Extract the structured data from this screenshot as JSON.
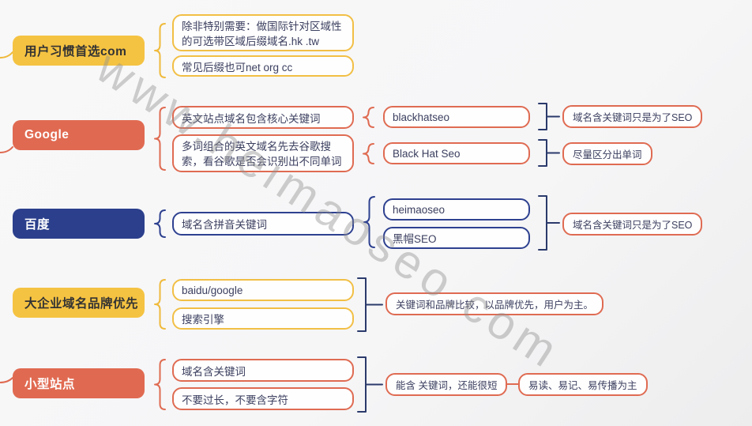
{
  "palette": {
    "yellow": "#EFBA3C",
    "salmon": "#DF6B52",
    "navy": "#2E4190",
    "bracket_navy": "#2B3A6B",
    "node_yellow_bg": "#F5C342",
    "node_salmon_bg": "#E06A51",
    "node_navy_bg": "#2B3F8C",
    "box_text": "#3C4060",
    "page_bg": "#F6F6F7"
  },
  "watermark": {
    "text": "www.heimaoseo.com"
  },
  "topics": [
    {
      "label": "用户习惯首选com",
      "children": [
        "除非特别需要：做国际针对区域性的可选带区域后缀域名.hk .tw",
        "常见后缀也可net org cc"
      ]
    },
    {
      "label": "Google",
      "children": [
        "英文站点域名包含核心关键词",
        "多词组合的英文域名先去谷歌搜索，看谷歌是否会识别出不同单词"
      ],
      "examples": [
        "blackhatseo",
        "Black Hat Seo"
      ],
      "notes": [
        "域名含关键词只是为了SEO",
        "尽量区分出单词"
      ]
    },
    {
      "label": "百度",
      "children": [
        "域名含拼音关键词"
      ],
      "examples": [
        "heimaoseo",
        "黑帽SEO"
      ],
      "notes": [
        "域名含关键词只是为了SEO"
      ]
    },
    {
      "label": "大企业域名品牌优先",
      "children": [
        "baidu/google",
        "搜索引擎"
      ],
      "notes": [
        "关键词和品牌比较，以品牌优先，用户为主。"
      ]
    },
    {
      "label": "小型站点",
      "children": [
        "域名含关键词",
        "不要过长，不要含字符"
      ],
      "notes": [
        "能含 关键词，还能很短",
        "易读、易记、易传播为主"
      ]
    }
  ]
}
